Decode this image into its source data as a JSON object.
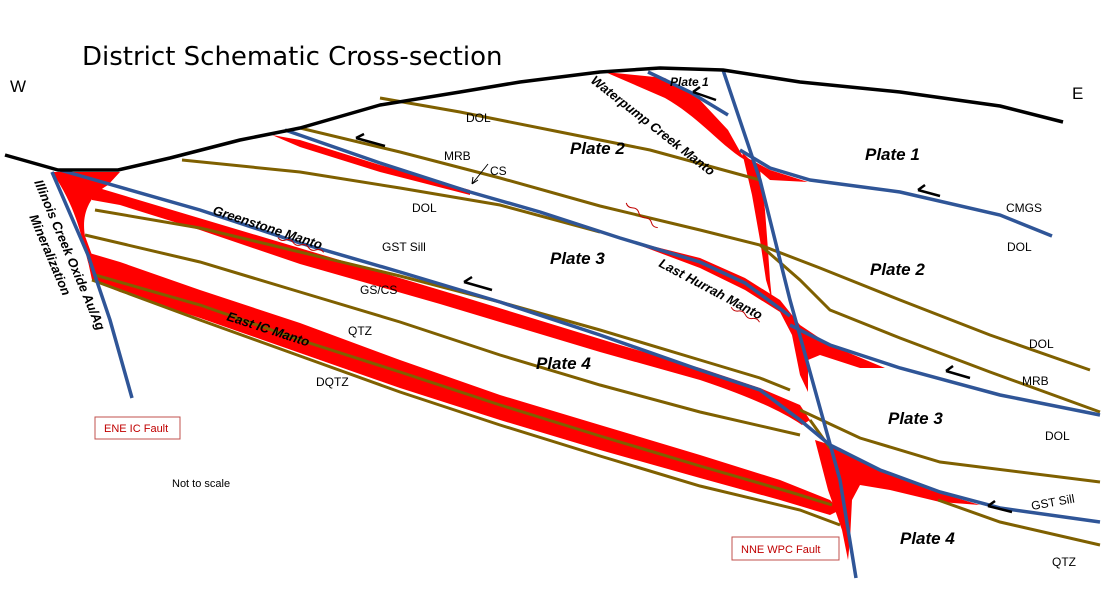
{
  "title": "District Schematic Cross-section",
  "directions": {
    "west": "W",
    "east": "E"
  },
  "plates": {
    "plate1_top": "Plate 1",
    "plate1": "Plate 1",
    "plate2_west": "Plate 2",
    "plate2_east": "Plate 2",
    "plate3_west": "Plate 3",
    "plate3_east": "Plate 3",
    "plate4_west": "Plate 4",
    "plate4_east": "Plate 4"
  },
  "units": {
    "dol_upper": "DOL",
    "mrb_upper": "MRB",
    "cs": "CS",
    "dol_mid": "DOL",
    "gst_sill": "GST Sill",
    "gs_cs": "GS/CS",
    "qtz": "QTZ",
    "dqtz": "DQTZ",
    "cmgs": "CMGS",
    "dol_east_upper": "DOL",
    "dol_east_mid": "DOL",
    "mrb_east": "MRB",
    "dol_east_low": "DOL",
    "gst_sill_east": "GST Sill",
    "qtz_east": "QTZ"
  },
  "mantos": {
    "waterpump": "Waterpump Creek Manto",
    "greenstone": "Greenstone Manto",
    "last_hurrah": "Last Hurrah Manto",
    "east_ic": "East IC Manto"
  },
  "mineralization": {
    "line1": "Illinois Creek Oxide Au/Ag",
    "line2": "Mineralization"
  },
  "faults": {
    "ene": "ENE IC Fault",
    "nne": "NNE WPC Fault"
  },
  "note": "Not to scale",
  "colors": {
    "ore": "#ff0000",
    "fault": "#2f5597",
    "strata": "#7f6000",
    "surface": "#000000",
    "label_red": "#c00000"
  }
}
